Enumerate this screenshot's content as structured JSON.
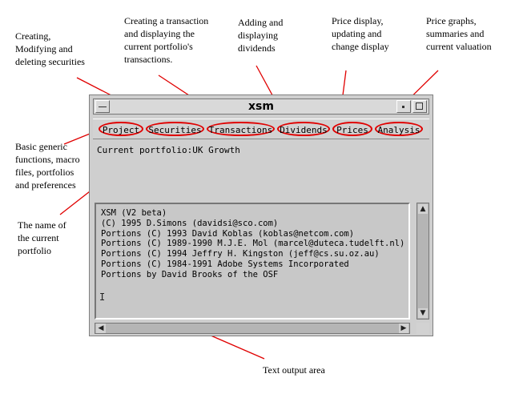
{
  "annotations": {
    "creating_securities": "Creating,\nModifying and\ndeleting securities",
    "transactions": "Creating a transaction\nand displaying the\ncurrent portfolio's\ntransactions.",
    "dividends": "Adding and\ndisplaying\ndividends",
    "prices": "Price display,\nupdating and\nchange display",
    "graphs": "Price graphs,\nsummaries and\ncurrent valuation",
    "project": "Basic generic\nfunctions, macro\nfiles, portfolios\nand preferences",
    "portfolio_name": "The name of\nthe current\nportfolio",
    "text_output": "Text output area"
  },
  "window": {
    "title": "xsm",
    "menu": [
      "Project",
      "Securities",
      "Transactions",
      "Dividends",
      "Prices",
      "Analysis"
    ],
    "portfolio_label": "Current portfolio:",
    "portfolio_name": "UK Growth",
    "output_lines": [
      "XSM (V2 beta)",
      "(C) 1995 D.Simons (davidsi@sco.com)",
      "Portions (C) 1993 David Koblas (koblas@netcom.com)",
      "Portions (C) 1989-1990 M.J.E. Mol (marcel@duteca.tudelft.nl)",
      "Portions (C) 1994 Jeffry H. Kingston (jeff@cs.su.oz.au)",
      "Portions (C) 1984-1991 Adobe Systems Incorporated",
      "Portions by David Brooks of the OSF"
    ]
  },
  "colors": {
    "annotation_red": "#e00000",
    "window_gray": "#cfcfcf"
  }
}
